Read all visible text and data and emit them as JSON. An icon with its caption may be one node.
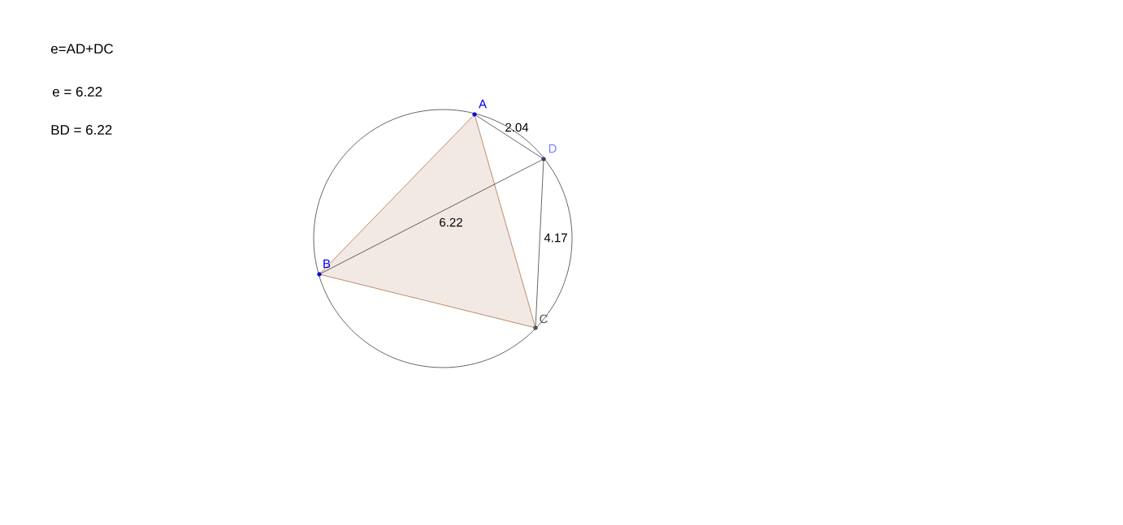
{
  "diagram": {
    "nodes": [
      {
        "text": [],
        "shape": "circle",
        "beside": [
          "A"
        ]
      },
      {
        "text": [],
        "shape": "circle",
        "beside": [
          "D"
        ]
      },
      {
        "text": [],
        "shape": "circle",
        "beside": [
          "B"
        ]
      },
      {
        "text": [],
        "shape": "circle",
        "beside": [
          "C"
        ]
      }
    ],
    "edges": [
      {
        "from": 0,
        "to": 2,
        "arrow": "none",
        "color": "#a0400c"
      },
      {
        "from": 2,
        "to": 3,
        "arrow": "none",
        "color": "#a0400c"
      },
      {
        "from": 3,
        "to": 0,
        "arrow": "none",
        "color": "#a0400c"
      },
      {
        "from": 0,
        "to": 1,
        "arrow": "none",
        "label": "2.04",
        "color": "#000000"
      },
      {
        "from": 2,
        "to": 1,
        "arrow": "none",
        "label": "6.22",
        "color": "#000000"
      },
      {
        "from": 1,
        "to": 3,
        "arrow": "none",
        "label": "4.17",
        "color": "#000000"
      }
    ],
    "labels": [
      "e=AD+DC",
      "e = 6.22",
      "BD = 6.22"
    ]
  }
}
